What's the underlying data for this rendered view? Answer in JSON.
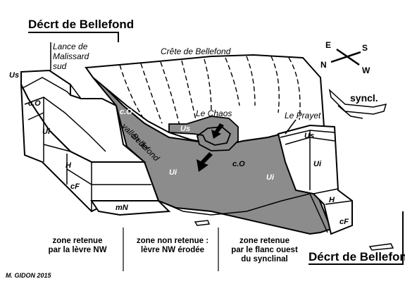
{
  "title_top": "Décrt de Bellefond",
  "title_bottom": "Décrt de Bellefond",
  "labels": {
    "lance": "Lance de",
    "malissard": "Malissard",
    "sud": "sud",
    "crete": "Crête de Bellefond",
    "chaos": "Le Chaos",
    "prayet": "Le Prayet",
    "vallon1": "vallon de",
    "vallon2": "Bellefond",
    "syncl": "syncl."
  },
  "strata": {
    "us_left": "Us",
    "co_left": "c.O",
    "ui_left": "Ui",
    "h_left": "H",
    "cf_left": "cF",
    "mn": "mN",
    "co_mid": "c.O",
    "us_mid": "Us",
    "ui_mid": "Ui",
    "co_center": "c.O",
    "ui_right_in": "Ui",
    "us_right": "Us",
    "ui_right": "Ui",
    "h_right": "H",
    "cf_right": "cF"
  },
  "compass": {
    "n": "N",
    "e": "E",
    "s": "S",
    "w": "W"
  },
  "captions": {
    "left": "zone retenue\npar la lèvre NW",
    "middle": "zone non retenue :\nlèvre NW érodée",
    "right": "zone retenue\npar le flanc ouest\ndu synclinal"
  },
  "credit": "M. GIDON 2015",
  "colors": {
    "shaded": "#8c8c8c",
    "line": "#000000",
    "paper": "#ffffff"
  }
}
